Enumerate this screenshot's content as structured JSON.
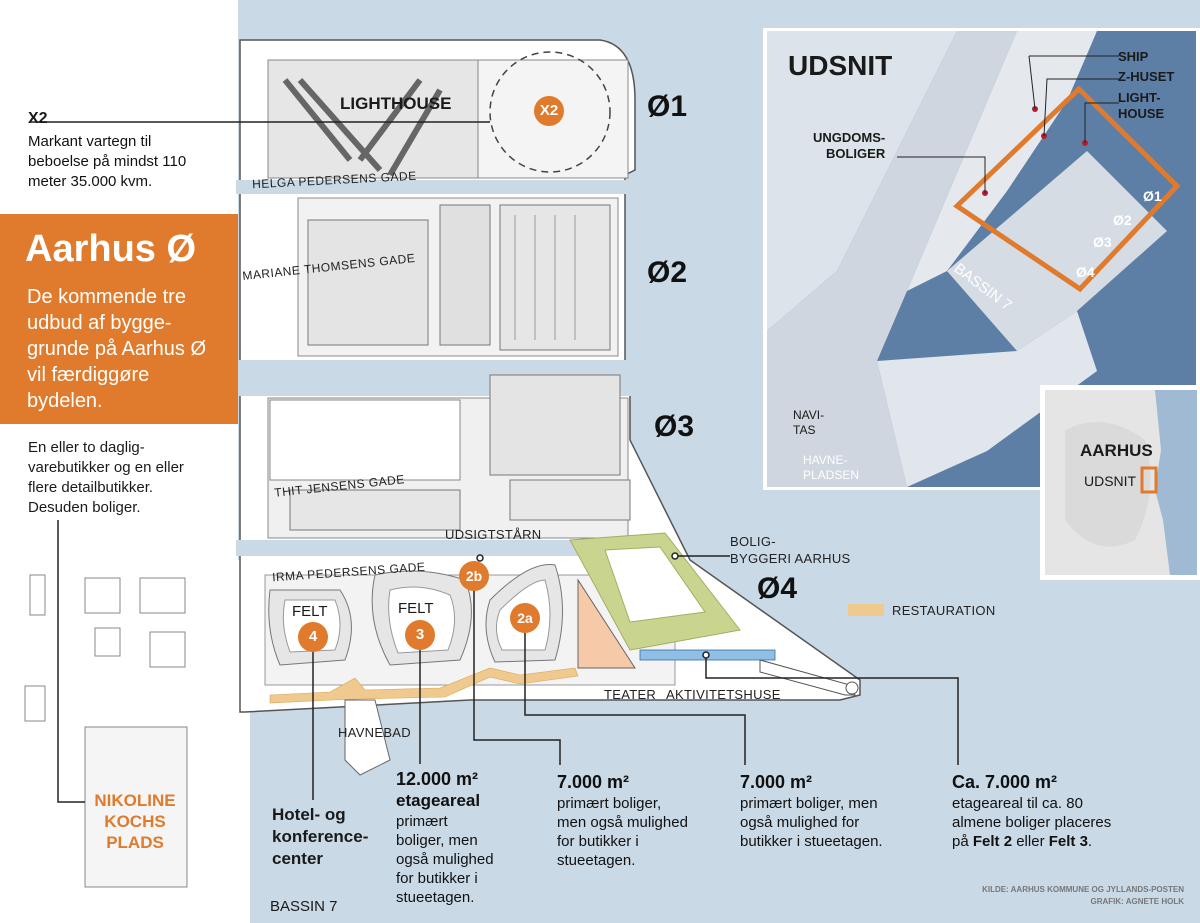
{
  "streets": {
    "helga": "HELGA PEDERSENS GADE",
    "mariane": "MARIANE THOMSENS GADE",
    "thit": "THIT JENSENS GADE",
    "irma": "IRMA PEDERSENS GADE"
  },
  "zones": {
    "o1": "Ø1",
    "o2": "Ø2",
    "o3": "Ø3",
    "o4": "Ø4"
  },
  "places": {
    "lighthouse": "LIGHTHOUSE",
    "udsigtstaarn": "UDSIGTSTÅRN",
    "bolig_line1": "BOLIG-",
    "bolig_line2": "BYGGERI AARHUS",
    "restauration": "RESTAURATION",
    "teater": "TEATER",
    "aktivitetshuse": "AKTIVITETSHUSE",
    "havnebad": "HAVNEBAD",
    "bassin7": "BASSIN 7",
    "felt": "FELT",
    "nikoline": [
      "NIKOLINE",
      "KOCHS",
      "PLADS"
    ]
  },
  "badges": {
    "x2": "X2",
    "f4": "4",
    "f3": "3",
    "f2a": "2a",
    "f2b": "2b"
  },
  "x2_note": {
    "heading": "X2",
    "text": [
      "Markant vartegn til",
      "beboelse på mindst 110",
      "meter 35.000 kvm."
    ]
  },
  "title": {
    "heading": "Aarhus Ø",
    "body": [
      "De kommende tre",
      "udbud af bygge-",
      "grunde på Aarhus Ø",
      "vil færdiggøre",
      "bydelen."
    ]
  },
  "shops_note": [
    "En eller to daglig-",
    "varebutikker og en eller",
    "flere detailbutikker.",
    "Desuden boliger."
  ],
  "facts": {
    "felt4": {
      "lines": [
        "Hotel- og",
        "konference-",
        "center"
      ]
    },
    "felt3": {
      "heading": "12.000 m²",
      "sub": "etageareal",
      "lines": [
        "primært",
        "boliger, men",
        "også mulighed",
        "for butikker i",
        "stueetagen."
      ]
    },
    "felt2b": {
      "heading": "7.000 m²",
      "lines": [
        "primært boliger,",
        "men også mulighed",
        "for butikker i",
        "stueetagen."
      ]
    },
    "felt2a": {
      "heading": "7.000 m²",
      "lines": [
        "primært boliger, men",
        "også mulighed for",
        "butikker i stueetagen."
      ]
    },
    "bolig": {
      "heading": "Ca. 7.000 m²",
      "lines": [
        "etageareal til ca. 80",
        "almene boliger placeres"
      ],
      "last_pre": "på ",
      "felt2": "Felt 2",
      "mid": " eller ",
      "felt3": "Felt 3",
      "end": "."
    }
  },
  "inset": {
    "title": "UDSNIT",
    "ship": "SHIP",
    "zhuset": "Z-HUSET",
    "lighthouse": [
      "LIGHT-",
      "HOUSE"
    ],
    "ungdom": [
      "UNGDOMS-",
      "BOLIGER"
    ],
    "bassin": "BASSIN 7",
    "navitas": [
      "NAVI-",
      "TAS"
    ],
    "havne": [
      "HAVNE-",
      "PLADSEN"
    ],
    "o1": "Ø1",
    "o2": "Ø2",
    "o3": "Ø3",
    "o4": "Ø4"
  },
  "mini": {
    "city": "AARHUS",
    "udsnit": "UDSNIT"
  },
  "source": [
    "KILDE: AARHUS KOMMUNE OG JYLLANDS-POSTEN",
    "GRAFIK: AGNETE HOLK"
  ],
  "colors": {
    "accent": "#e07a2c",
    "water": "#c9d9e6",
    "land": "#ffffff",
    "green": "#c9d48e",
    "pink": "#f6c9a8",
    "yellow": "#efc98e",
    "blue": "#8fbfe4"
  }
}
